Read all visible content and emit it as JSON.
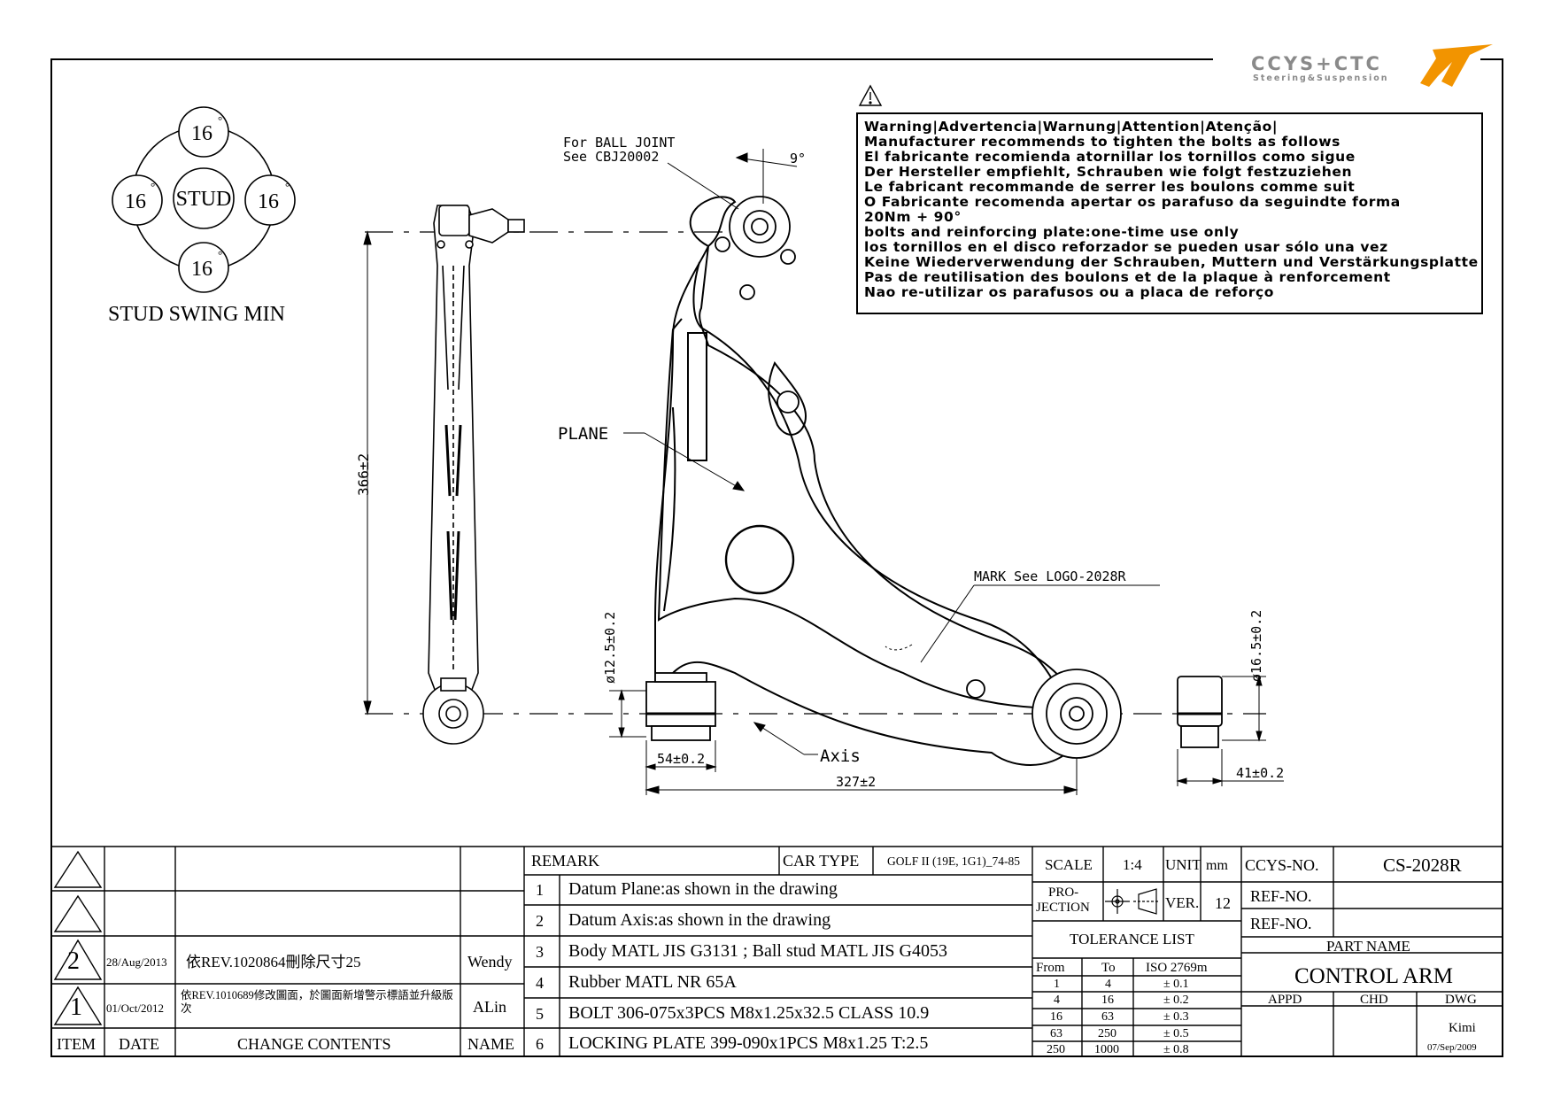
{
  "logo": {
    "brand": "CCYS+CTC",
    "tagline": "Steering&Suspension"
  },
  "stud_swing": {
    "top": "16",
    "left": "16",
    "right": "16",
    "bottom": "16",
    "degree": "°",
    "center": "STUD",
    "caption": "STUD SWING MIN"
  },
  "warning": {
    "lines": [
      "Warning|Advertencia|Warnung|Attention|Atenção|",
      "Manufacturer recommends to tighten the bolts as follows",
      "El fabricante recomienda atornillar los tornillos como sigue",
      "Der Hersteller empfiehlt, Schrauben wie folgt festzuziehen",
      "Le fabricant recommande de serrer les boulons comme suit",
      "O Fabricante recomenda apertar os parafuso da seguindte forma",
      "20Nm + 90°",
      "bolts and reinforcing plate:one-time use only",
      "los tornillos en el disco reforzador se pueden usar sólo una vez",
      "Keine Wiederverwendung der Schrauben, Muttern und Verstärkungsplatte",
      "Pas de reutilisation des boulons et de la plaque à renforcement",
      "Nao re-utilizar os parafusos ou a placa de reforço"
    ]
  },
  "drawing": {
    "ball_joint_note_1": "For BALL JOINT",
    "ball_joint_note_2": "See CBJ20002",
    "angle": "9°",
    "plane": "PLANE",
    "mark_note": "MARK See LOGO-2028R",
    "axis": "Axis",
    "dim_height": "366±2",
    "dim_bush_front_dia": "ø12.5±0.2",
    "dim_bush_front_len": "54±0.2",
    "dim_length": "327±2",
    "dim_bush_rear_dia": "ø16.5±0.2",
    "dim_bush_rear_len": "41±0.2"
  },
  "revisions": {
    "rows": [
      {
        "item": "2",
        "date": "28/Aug/2013",
        "contents": "依REV.1020864刪除尺寸25",
        "name": "Wendy"
      },
      {
        "item": "1",
        "date": "01/Oct/2012",
        "contents": "依REV.1010689修改圖面，於圖面新增警示標語並升級版次",
        "name": "ALin"
      }
    ],
    "header": {
      "item": "ITEM",
      "date": "DATE",
      "contents": "CHANGE CONTENTS",
      "name": "NAME"
    }
  },
  "remarks": {
    "title": "REMARK",
    "car_type_label": "CAR TYPE",
    "car_type_value": "GOLF II (19E, 1G1)_74-85",
    "items": [
      {
        "no": "1",
        "text": "Datum Plane:as shown in the drawing"
      },
      {
        "no": "2",
        "text": "Datum Axis:as shown in the drawing"
      },
      {
        "no": "3",
        "text": "Body MATL JIS G3131 ; Ball stud MATL JIS G4053"
      },
      {
        "no": "4",
        "text": "Rubber MATL NR 65A"
      },
      {
        "no": "5",
        "text": "BOLT 306-075x3PCS M8x1.25x32.5 CLASS 10.9"
      },
      {
        "no": "6",
        "text": "LOCKING PLATE 399-090x1PCS M8x1.25 T:2.5"
      }
    ]
  },
  "title_block": {
    "scale_label": "SCALE",
    "scale_value": "1:4",
    "unit_label": "UNIT",
    "unit_value": "mm",
    "projection_label": "PRO-\nJECTION",
    "projection_label_1": "PRO-",
    "projection_label_2": "JECTION",
    "ver_label": "VER.",
    "ver_value": "12",
    "tolerance_title": "TOLERANCE LIST",
    "tolerance_header": {
      "from": "From",
      "to": "To",
      "iso": "ISO 2769m"
    },
    "tolerance_rows": [
      {
        "from": "1",
        "to": "4",
        "tol": "± 0.1"
      },
      {
        "from": "4",
        "to": "16",
        "tol": "± 0.2"
      },
      {
        "from": "16",
        "to": "63",
        "tol": "± 0.3"
      },
      {
        "from": "63",
        "to": "250",
        "tol": "± 0.5"
      },
      {
        "from": "250",
        "to": "1000",
        "tol": "± 0.8"
      }
    ],
    "ccys_no_label": "CCYS-NO.",
    "ccys_no_value": "CS-2028R",
    "ref_no_label_1": "REF-NO.",
    "ref_no_label_2": "REF-NO.",
    "part_name_label": "PART NAME",
    "part_name_value": "CONTROL ARM",
    "appd_label": "APPD",
    "chd_label": "CHD",
    "dwg_label": "DWG",
    "dwg_name": "Kimi",
    "dwg_date": "07/Sep/2009"
  },
  "colors": {
    "ink": "#000000",
    "logo_grey": "#8a8a8a",
    "logo_orange": "#f29400"
  }
}
